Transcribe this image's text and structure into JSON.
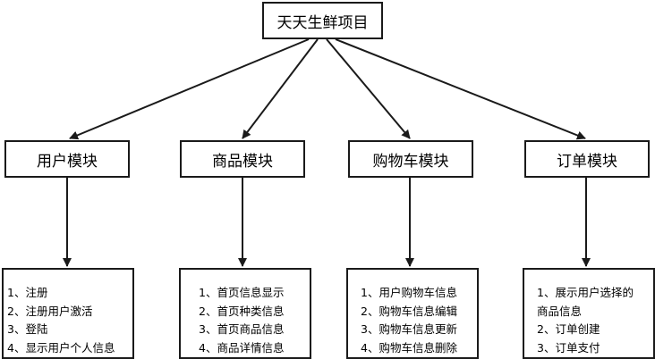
{
  "root": {
    "title": "天天生鲜项目"
  },
  "modules": [
    {
      "title": "用户模块",
      "items": [
        "1、注册",
        "2、注册用户激活",
        "3、登陆",
        "4、显示用户个人信息"
      ]
    },
    {
      "title": "商品模块",
      "items": [
        "1、首页信息显示",
        "2、首页种类信息",
        "3、首页商品信息",
        "4、商品详情信息"
      ]
    },
    {
      "title": "购物车模块",
      "items": [
        "1、用户购物车信息",
        "2、购物车信息编辑",
        "3、购物车信息更新",
        "4、购物车信息删除"
      ]
    },
    {
      "title": "订单模块",
      "items": [
        "1、展示用户选择的",
        "商品信息",
        "2、订单创建",
        "3、订单支付"
      ]
    }
  ],
  "colors": {
    "line": "#1a1a1a",
    "border": "#1a1a1a",
    "background": "#ffffff"
  }
}
